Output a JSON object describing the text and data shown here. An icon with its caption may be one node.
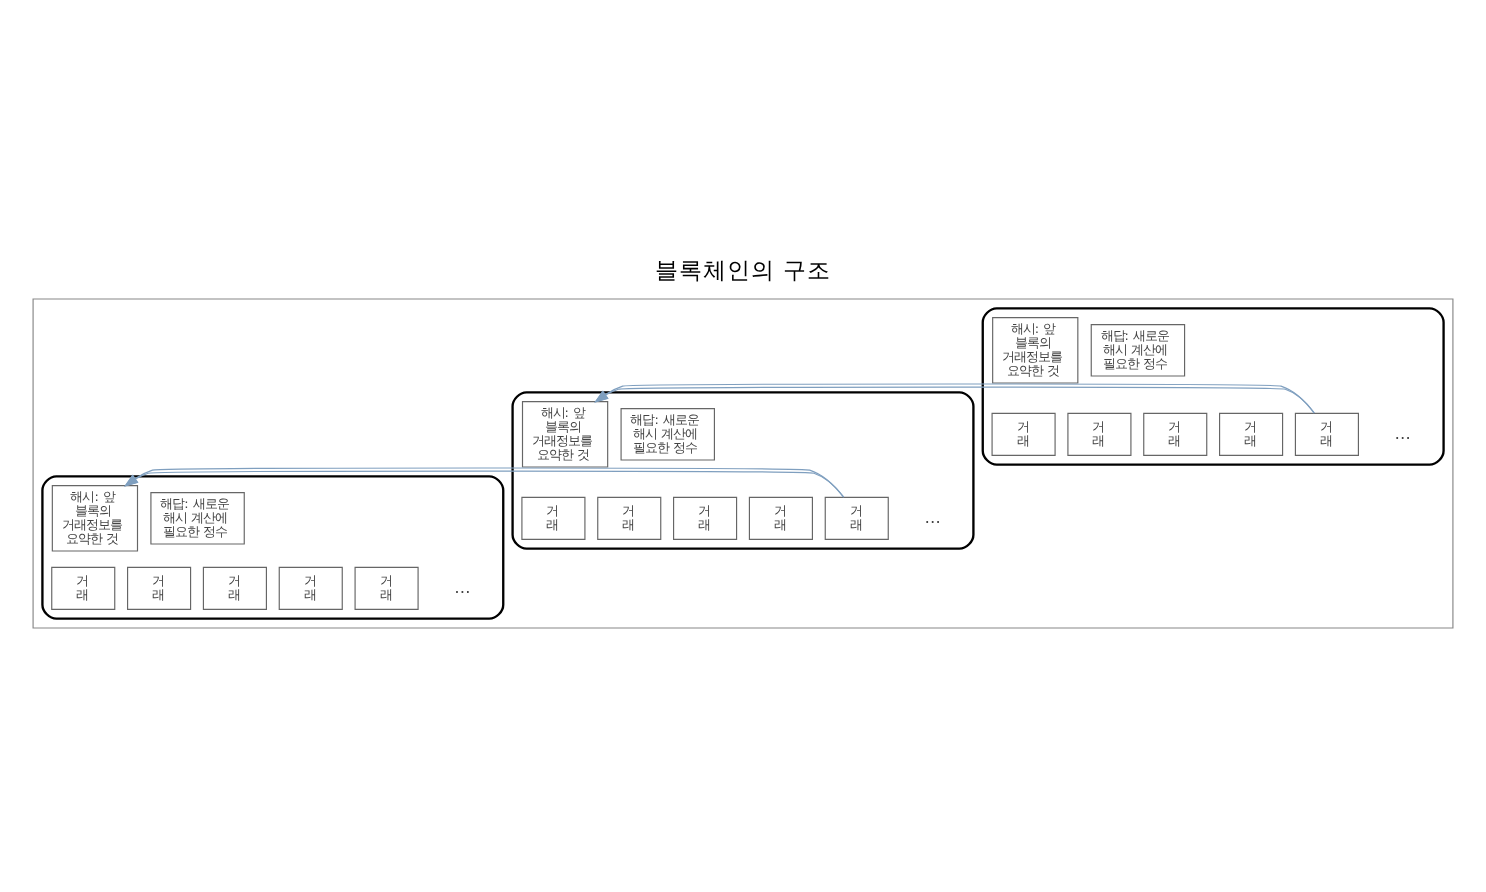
{
  "diagram": {
    "title": "블록체인의 구조",
    "nodes": [
      {
        "text": [],
        "shape": "box"
      },
      {
        "text": [],
        "shape": "box",
        "in": 0
      },
      {
        "text": [
          "해시: 앞 블록의 거래정보를 요약한 것"
        ],
        "in": 1
      },
      {
        "text": [
          "해답: 새로운 해시 계산에 필요한 정수"
        ],
        "in": 1
      },
      {
        "text": [
          "거래"
        ],
        "in": 1
      },
      {
        "text": [
          "거래"
        ],
        "in": 1
      },
      {
        "text": [
          "거래"
        ],
        "in": 1
      },
      {
        "text": [
          "거래"
        ],
        "in": 1
      },
      {
        "text": [
          "거래"
        ],
        "in": 1
      },
      {
        "text": [],
        "shape": "box",
        "in": 0
      },
      {
        "text": [
          "해시: 앞 블록의 거래정보를 요약한 것"
        ],
        "in": 9
      },
      {
        "text": [
          "해답: 새로운 해시 계산에 필요한 정수"
        ],
        "in": 9
      },
      {
        "text": [
          "거래"
        ],
        "in": 9
      },
      {
        "text": [
          "거래"
        ],
        "in": 9
      },
      {
        "text": [
          "거래"
        ],
        "in": 9
      },
      {
        "text": [
          "거래"
        ],
        "in": 9
      },
      {
        "text": [
          "거래"
        ],
        "in": 9
      },
      {
        "text": [],
        "shape": "box",
        "in": 0
      },
      {
        "text": [
          "해시: 앞 블록의 거래정보를 요약한 것"
        ],
        "in": 17
      },
      {
        "text": [
          "해답: 새로운 해시 계산에 필요한 정수"
        ],
        "in": 17
      },
      {
        "text": [
          "거래"
        ],
        "in": 17
      },
      {
        "text": [
          "거래"
        ],
        "in": 17
      },
      {
        "text": [
          "거래"
        ],
        "in": 17
      },
      {
        "text": [
          "거래"
        ],
        "in": 17
      },
      {
        "text": [
          "거래"
        ],
        "in": 17
      }
    ],
    "edges": [
      {
        "from": 1,
        "to": 10,
        "arrow": "to"
      },
      {
        "from": 9,
        "to": 18,
        "arrow": "to"
      }
    ],
    "labels": [
      "…",
      "…",
      "…"
    ]
  }
}
